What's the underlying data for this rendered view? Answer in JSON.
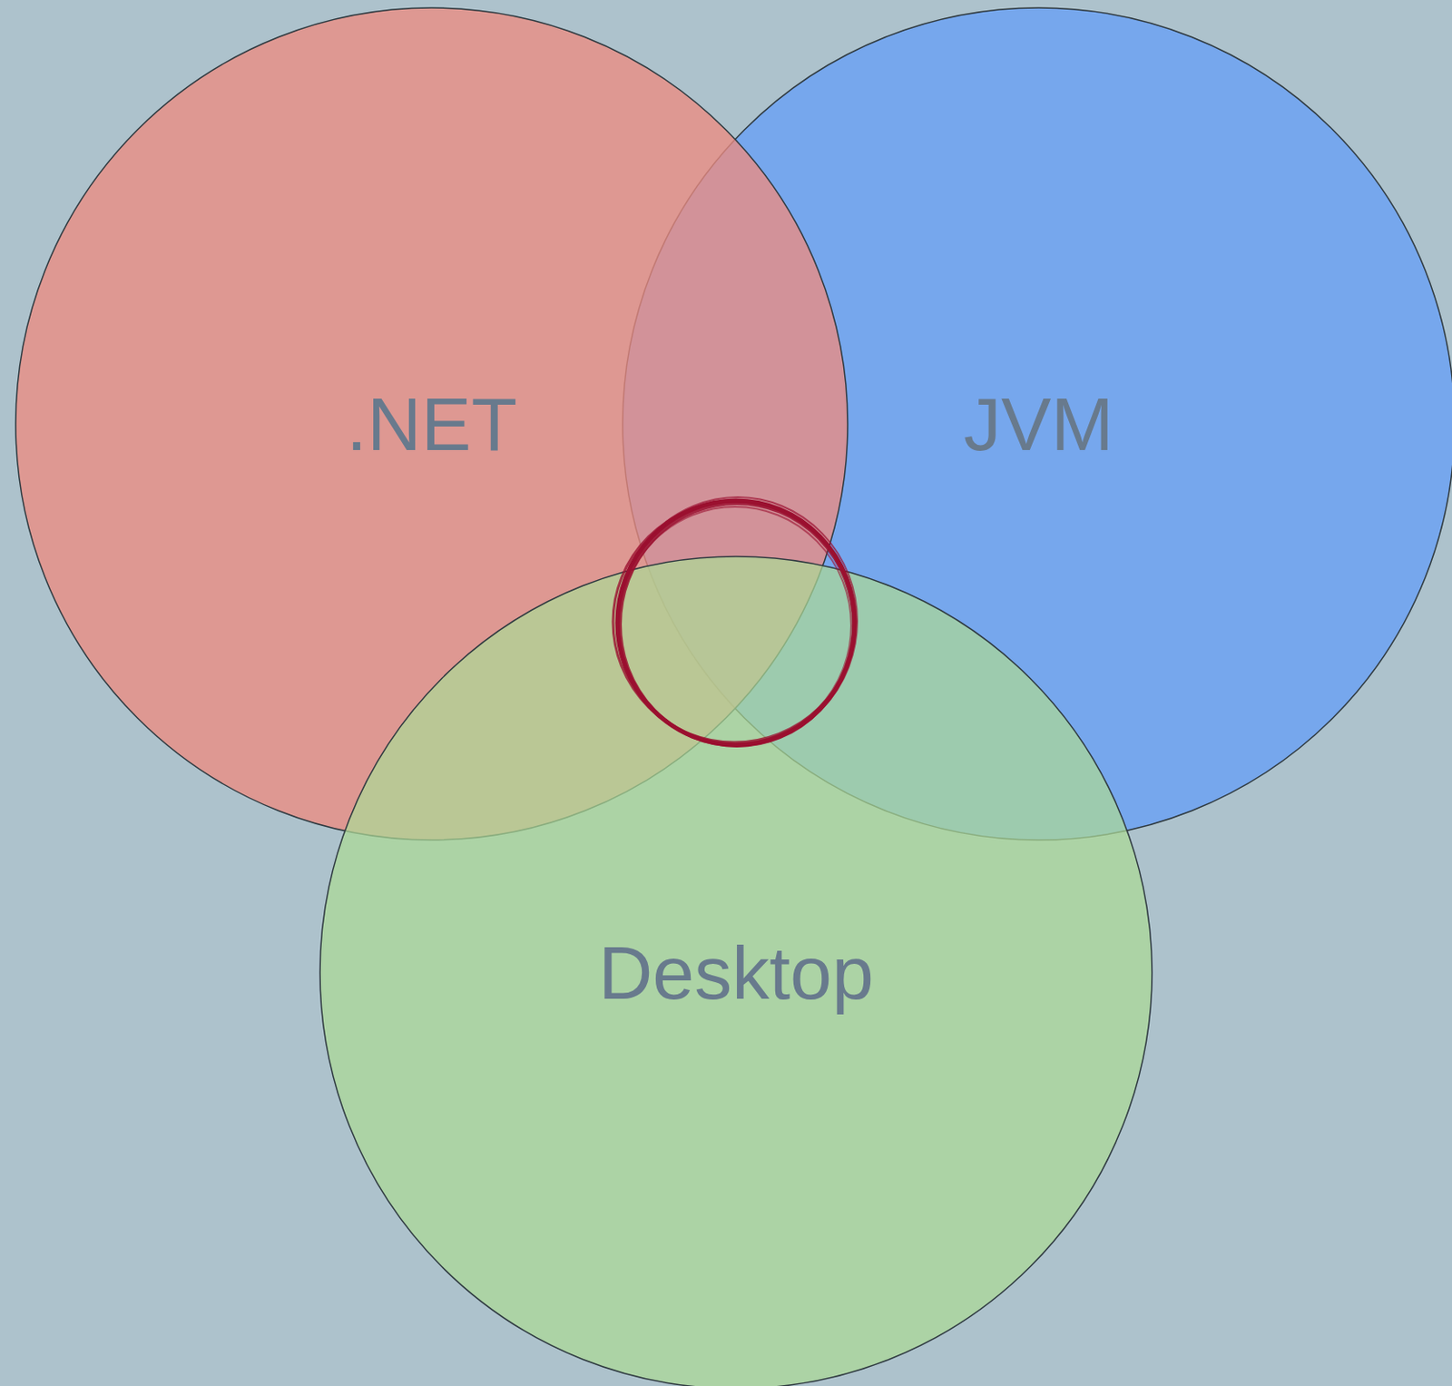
{
  "diagram": {
    "nodes": [
      {
        "text": [
          ".NET"
        ]
      },
      {
        "text": [
          "JVM"
        ]
      },
      {
        "text": [
          "Desktop"
        ]
      }
    ]
  }
}
